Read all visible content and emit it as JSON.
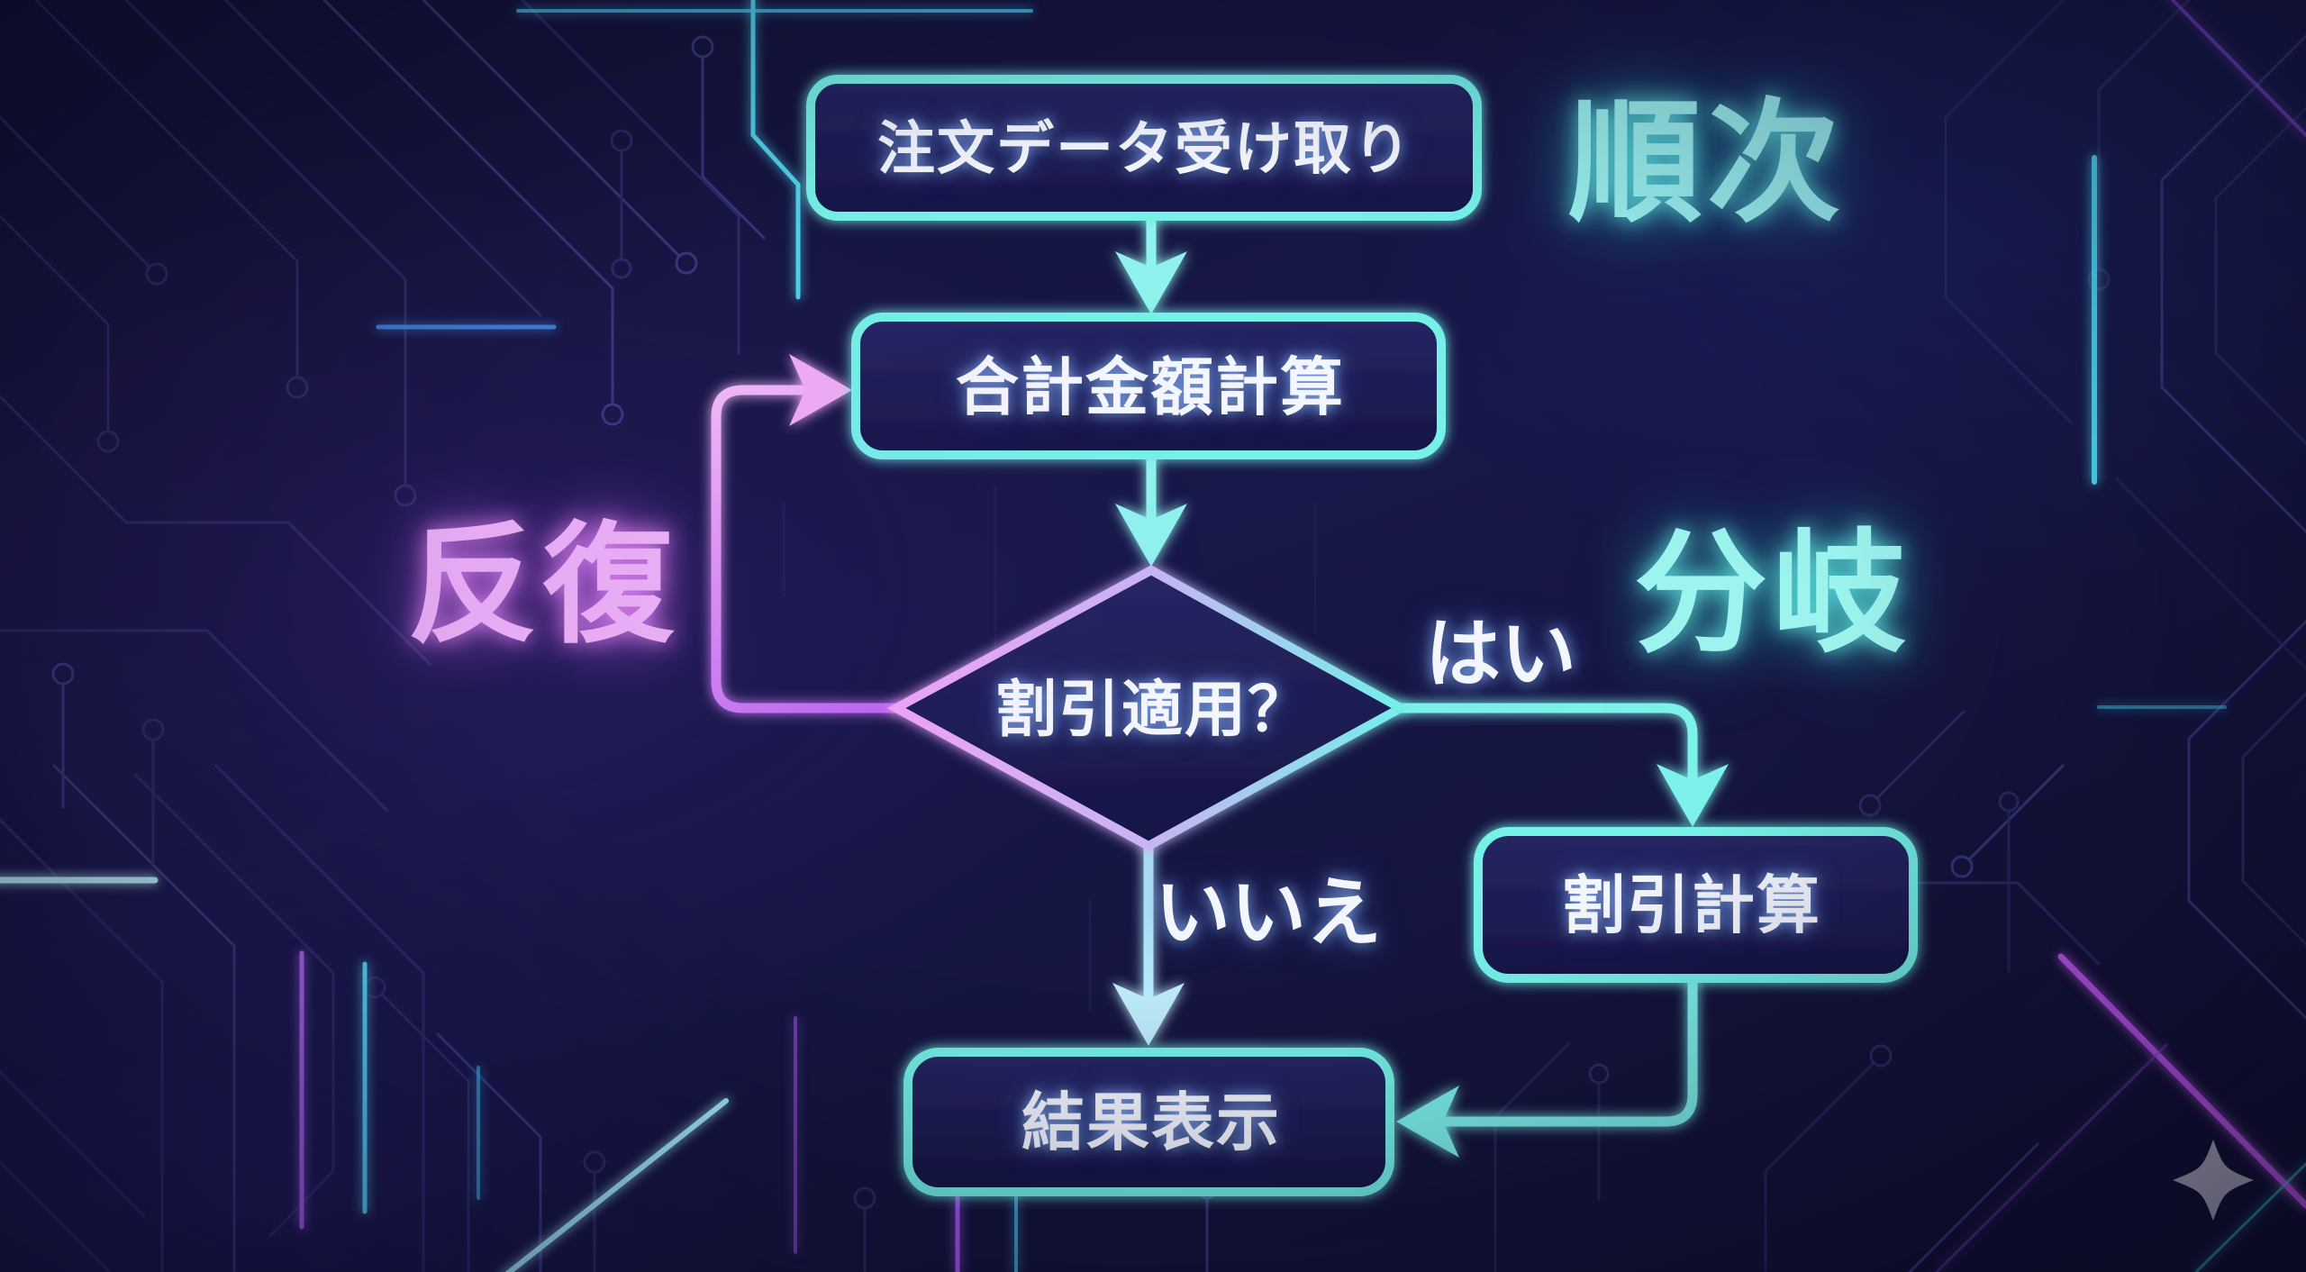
{
  "flowchart": {
    "nodes": [
      {
        "id": "receive-order",
        "type": "process",
        "label": "注文データ受け取り"
      },
      {
        "id": "total-calculation",
        "type": "process",
        "label": "合計金額計算"
      },
      {
        "id": "discount-decision",
        "type": "decision",
        "label": "割引適用？"
      },
      {
        "id": "discount-calculation",
        "type": "process",
        "label": "割引計算"
      },
      {
        "id": "display-result",
        "type": "process",
        "label": "結果表示"
      }
    ],
    "edge_labels": {
      "yes": "はい",
      "no": "いいえ"
    },
    "region_labels": {
      "sequence": "順次",
      "branch": "分岐",
      "loop": "反復"
    }
  },
  "icons": {
    "sparkle": "four-pointed-star"
  },
  "colors": {
    "cyan": "#74f1e7",
    "pink": "#eda9f6",
    "label-cyan": "#9df4ee",
    "label-pink": "#f1b6f7",
    "text": "#f4f6ff",
    "bg": "#161640"
  }
}
